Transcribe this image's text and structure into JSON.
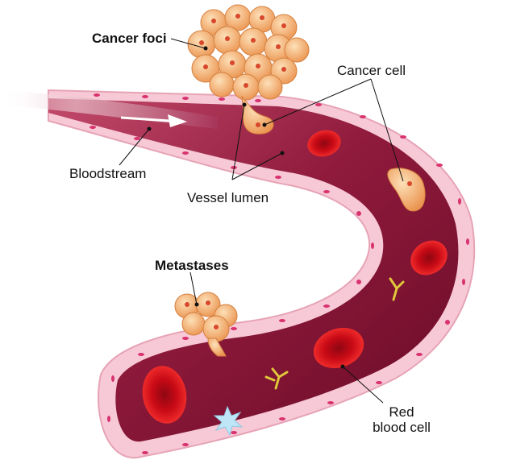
{
  "labels": {
    "cancer_foci": "Cancer foci",
    "cancer_cell": "Cancer cell",
    "bloodstream": "Bloodstream",
    "vessel_lumen": "Vessel lumen",
    "metastases": "Metastases",
    "red_blood_cell_line1": "Red",
    "red_blood_cell_line2": "blood cell"
  },
  "colors": {
    "vessel_wall": "#f7c9d6",
    "vessel_wall_edge": "#e6a3b6",
    "wall_nucleus": "#d8336f",
    "lumen_dark": "#6e0d2a",
    "lumen_mid": "#8f1a3c",
    "lumen_light": "#b43e5f",
    "cancer_cell": "#f2a463",
    "cancer_cell_light": "#fbd39f",
    "cancer_nucleus": "#d8472b",
    "red_blood_cell": "#d8101c",
    "red_blood_cell_dark": "#8e0712",
    "antibody": "#e0c83a",
    "platelet": "#bfe6f7",
    "leader_line": "#111111"
  }
}
